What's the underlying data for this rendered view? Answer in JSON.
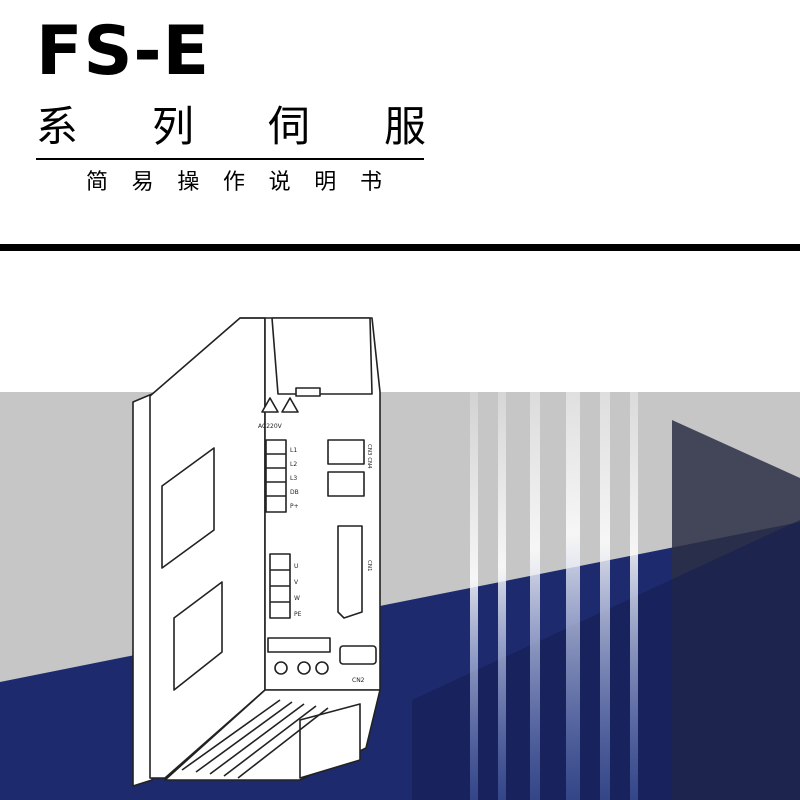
{
  "cover": {
    "title": "FS-E",
    "subtitle_chars": [
      "系",
      "列",
      "伺",
      "服"
    ],
    "caption_chars": [
      "简",
      "易",
      "操",
      "作",
      "说",
      "明",
      "书"
    ]
  },
  "drive_labels": {
    "warning_voltage": "AC220V",
    "power_terminals": [
      "L1",
      "L2",
      "L3",
      "DB",
      "P+"
    ],
    "motor_terminals": [
      "U",
      "V",
      "W",
      "PE"
    ],
    "cn3_cn4": "CN3 CN4",
    "cn1": "CN1",
    "cn2": "CN2"
  },
  "colors": {
    "navy": "#1d2a6e",
    "gray": "#c6c6c6"
  }
}
